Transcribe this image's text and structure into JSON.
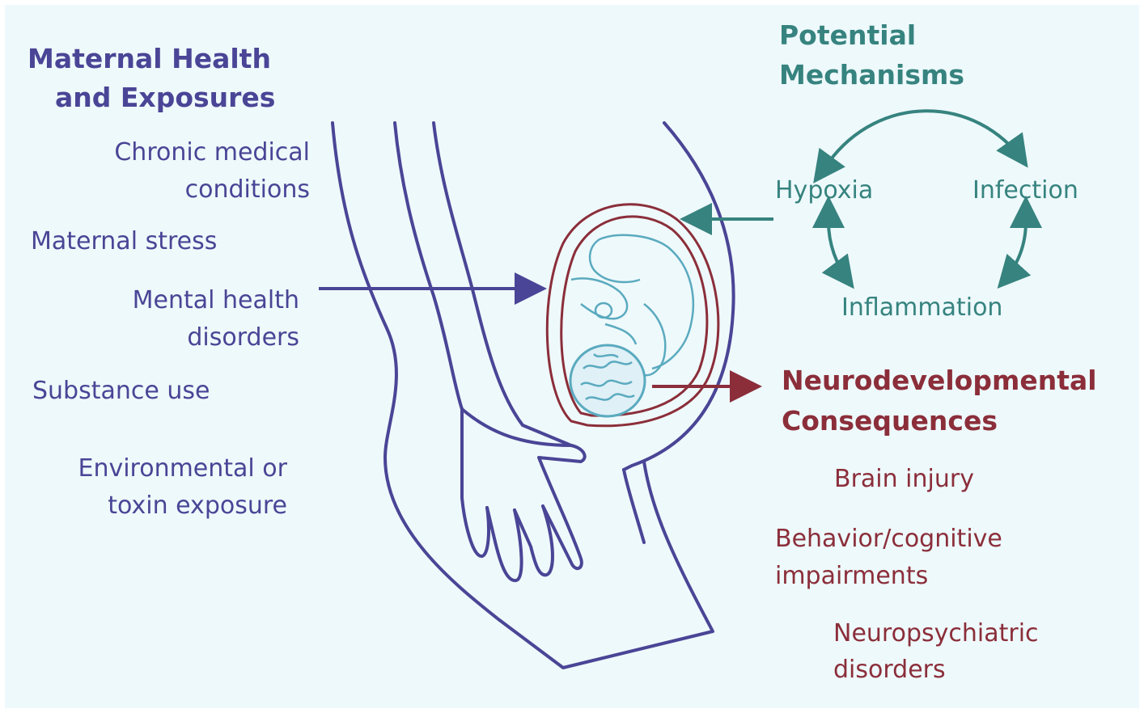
{
  "maternal": {
    "heading_line1": "Maternal Health",
    "heading_line2": "and Exposures",
    "items": [
      {
        "line1": "Chronic medical",
        "line2": "conditions"
      },
      {
        "line1": "Maternal stress",
        "line2": ""
      },
      {
        "line1": "Mental health",
        "line2": "disorders"
      },
      {
        "line1": "Substance use",
        "line2": ""
      },
      {
        "line1": "Environmental or",
        "line2": "toxin exposure"
      }
    ]
  },
  "mechanisms": {
    "heading_line1": "Potential",
    "heading_line2": "Mechanisms",
    "nodes": [
      "Hypoxia",
      "Infection",
      "Inflammation"
    ]
  },
  "consequences": {
    "heading_line1": "Neurodevelopmental",
    "heading_line2": "Consequences",
    "items": [
      {
        "line1": "Brain injury",
        "line2": ""
      },
      {
        "line1": "Behavior/cognitive",
        "line2": "impairments"
      },
      {
        "line1": "Neuropsychiatric",
        "line2": "disorders"
      }
    ]
  },
  "colors": {
    "background": "#eef9fb",
    "maternal": "#4a4596",
    "mechanisms": "#36837f",
    "consequences": "#8b2e3a",
    "fetus": "#5aaabf"
  },
  "illustration": {
    "subject": "pregnant-woman-silhouette-icon",
    "fetus": "fetus-icon",
    "brain": "fetal-brain-icon"
  }
}
